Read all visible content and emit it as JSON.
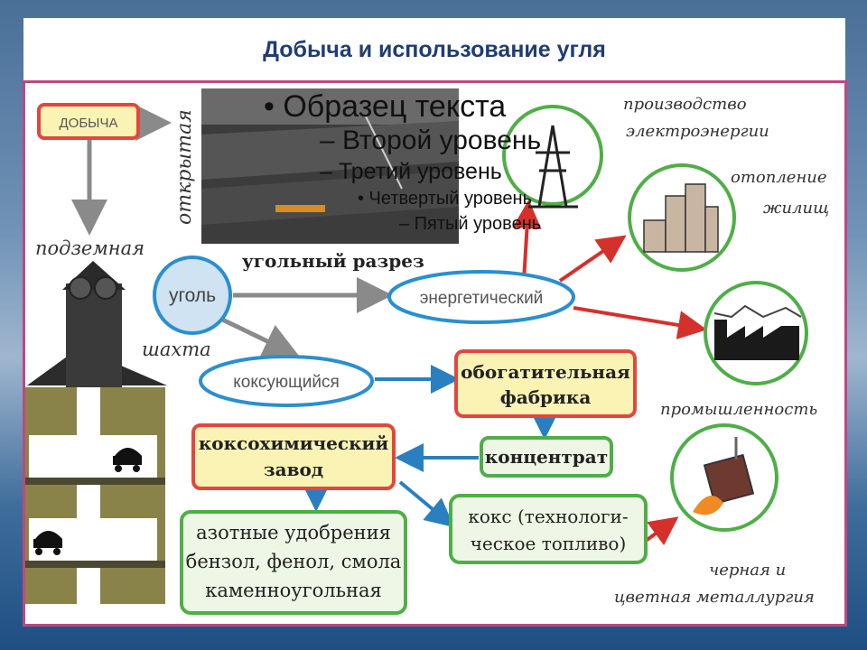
{
  "title": "Добыча и использование угля",
  "placeholder": {
    "l1": "• Образец текста",
    "l2": "– Второй уровень",
    "l3": "– Третий уровень",
    "l4": "• Четвертый уровень",
    "l5": "– Пятый уровень"
  },
  "nodes": {
    "dobycha": "ДОБЫЧА",
    "otkrytaya": "открытая",
    "podzemnaya": "подземная",
    "ugol": "уголь",
    "shakhta": "шахта",
    "razrez": "угольный разрез",
    "energeticheskiy": "энергетический",
    "koksuyushchiysya": "коксующийся",
    "obogatitelnaya_1": "обогатительная",
    "obogatitelnaya_2": "фабрика",
    "koksokhim_1": "коксохимический",
    "koksokhim_2": "завод",
    "kontsentrat": "концентрат",
    "azot_1": "азотные удобрения",
    "azot_2": "бензол, фенол, смола",
    "azot_3": "каменноугольная",
    "koks_1": "кокс (технологи-",
    "koks_2": "ческое топливо)",
    "proizv_1": "производство",
    "proizv_2": "электроэнергии",
    "otoplenie_1": "отопление",
    "otoplenie_2": "жилищ",
    "promyshlennost": "промышленность",
    "metall_1": "черная и",
    "metall_2": "цветная металлургия"
  },
  "colors": {
    "title": "#1f3d73",
    "frame": "#c0477f",
    "red_box": "#e3463e",
    "yellow_fill": "#fbf3b4",
    "green_border": "#4fae47",
    "green_fill": "#eef7e6",
    "blue_ellipse": "#2a8fcf",
    "gray_arrow": "#8a8a8a",
    "red_arrow": "#d4312c",
    "blue_arrow": "#2a7fc0"
  }
}
